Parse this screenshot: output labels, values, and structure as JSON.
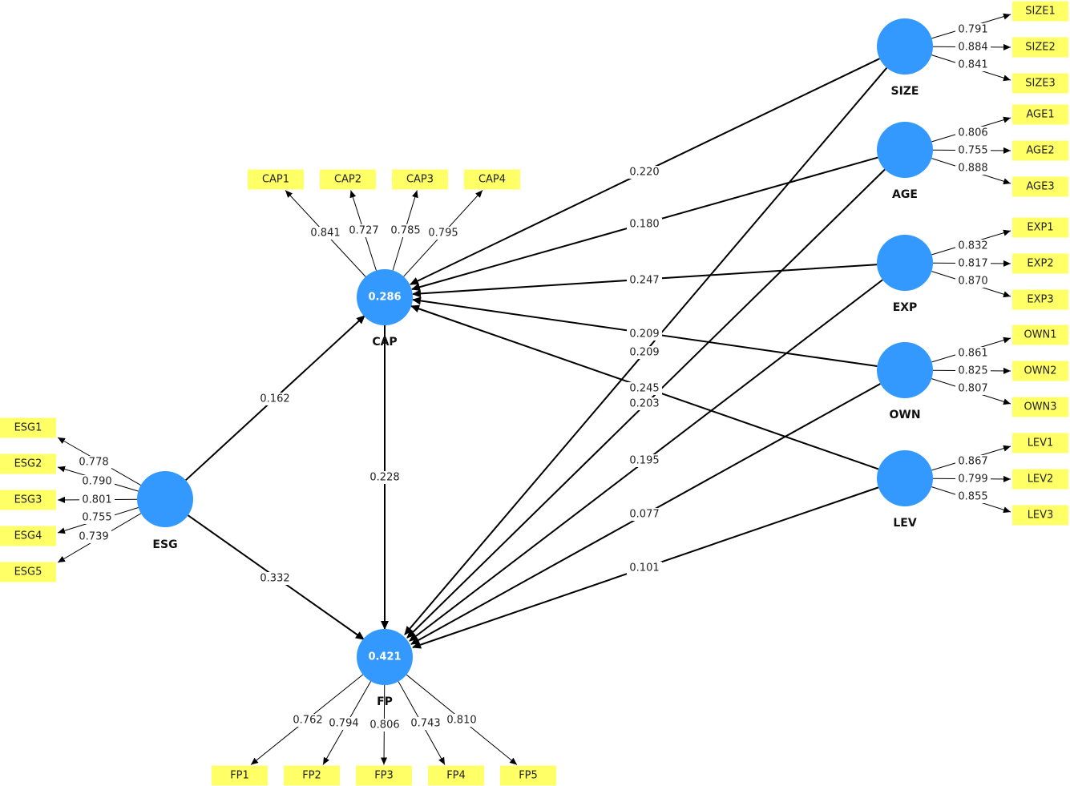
{
  "latent": {
    "ESG": {
      "label": "ESG",
      "r2": ""
    },
    "CAP": {
      "label": "CAP",
      "r2": "0.286"
    },
    "FP": {
      "label": "FP",
      "r2": "0.421"
    },
    "SIZE": {
      "label": "SIZE",
      "r2": ""
    },
    "AGE": {
      "label": "AGE",
      "r2": ""
    },
    "EXP": {
      "label": "EXP",
      "r2": ""
    },
    "OWN": {
      "label": "OWN",
      "r2": ""
    },
    "LEV": {
      "label": "LEV",
      "r2": ""
    }
  },
  "indicators": {
    "ESG": [
      {
        "label": "ESG1",
        "loading": "0.778"
      },
      {
        "label": "ESG2",
        "loading": "0.790"
      },
      {
        "label": "ESG3",
        "loading": "0.801"
      },
      {
        "label": "ESG4",
        "loading": "0.755"
      },
      {
        "label": "ESG5",
        "loading": "0.739"
      }
    ],
    "CAP": [
      {
        "label": "CAP1",
        "loading": "0.841"
      },
      {
        "label": "CAP2",
        "loading": "0.727"
      },
      {
        "label": "CAP3",
        "loading": "0.785"
      },
      {
        "label": "CAP4",
        "loading": "0.795"
      }
    ],
    "FP": [
      {
        "label": "FP1",
        "loading": "0.762"
      },
      {
        "label": "FP2",
        "loading": "0.794"
      },
      {
        "label": "FP3",
        "loading": "0.806"
      },
      {
        "label": "FP4",
        "loading": "0.743"
      },
      {
        "label": "FP5",
        "loading": "0.810"
      }
    ],
    "SIZE": [
      {
        "label": "SIZE1",
        "loading": "0.791"
      },
      {
        "label": "SIZE2",
        "loading": "0.884"
      },
      {
        "label": "SIZE3",
        "loading": "0.841"
      }
    ],
    "AGE": [
      {
        "label": "AGE1",
        "loading": "0.806"
      },
      {
        "label": "AGE2",
        "loading": "0.755"
      },
      {
        "label": "AGE3",
        "loading": "0.888"
      }
    ],
    "EXP": [
      {
        "label": "EXP1",
        "loading": "0.832"
      },
      {
        "label": "EXP2",
        "loading": "0.817"
      },
      {
        "label": "EXP3",
        "loading": "0.870"
      }
    ],
    "OWN": [
      {
        "label": "OWN1",
        "loading": "0.861"
      },
      {
        "label": "OWN2",
        "loading": "0.825"
      },
      {
        "label": "OWN3",
        "loading": "0.807"
      }
    ],
    "LEV": [
      {
        "label": "LEV1",
        "loading": "0.867"
      },
      {
        "label": "LEV2",
        "loading": "0.799"
      },
      {
        "label": "LEV3",
        "loading": "0.855"
      }
    ]
  },
  "paths": [
    {
      "from": "ESG",
      "to": "CAP",
      "coef": "0.162"
    },
    {
      "from": "ESG",
      "to": "FP",
      "coef": "0.332"
    },
    {
      "from": "CAP",
      "to": "FP",
      "coef": "0.228"
    },
    {
      "from": "SIZE",
      "to": "CAP",
      "coef": "0.220"
    },
    {
      "from": "AGE",
      "to": "CAP",
      "coef": "0.180"
    },
    {
      "from": "EXP",
      "to": "CAP",
      "coef": "0.247"
    },
    {
      "from": "OWN",
      "to": "CAP",
      "coef": "0.209"
    },
    {
      "from": "LEV",
      "to": "CAP",
      "coef": "0.245"
    },
    {
      "from": "SIZE",
      "to": "FP",
      "coef": "0.209"
    },
    {
      "from": "AGE",
      "to": "FP",
      "coef": "0.203"
    },
    {
      "from": "EXP",
      "to": "FP",
      "coef": "0.195"
    },
    {
      "from": "OWN",
      "to": "FP",
      "coef": "0.077"
    },
    {
      "from": "LEV",
      "to": "FP",
      "coef": "0.101"
    }
  ]
}
